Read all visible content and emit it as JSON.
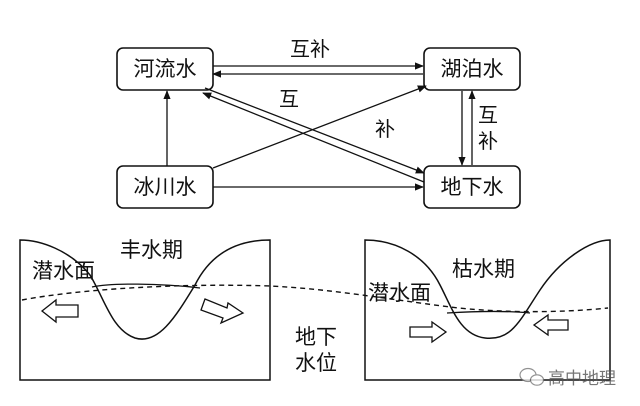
{
  "top_diagram": {
    "boxes": {
      "river": "河流水",
      "lake": "湖泊水",
      "glacier": "冰川水",
      "groundwater": "地下水"
    },
    "labels": {
      "mutual_supply_top": "互补",
      "mutual_diag": "互",
      "supply_diag": "补",
      "mutual_vertical_1": "互",
      "mutual_vertical_2": "补"
    }
  },
  "bottom_diagram": {
    "wet_season": "丰水期",
    "dry_season": "枯水期",
    "water_table_left": "潜水面",
    "water_table_right": "潜水面",
    "groundwater_level_1": "地下",
    "groundwater_level_2": "水位"
  },
  "watermark": {
    "text": "高中地理",
    "icon": "wechat-icon"
  }
}
